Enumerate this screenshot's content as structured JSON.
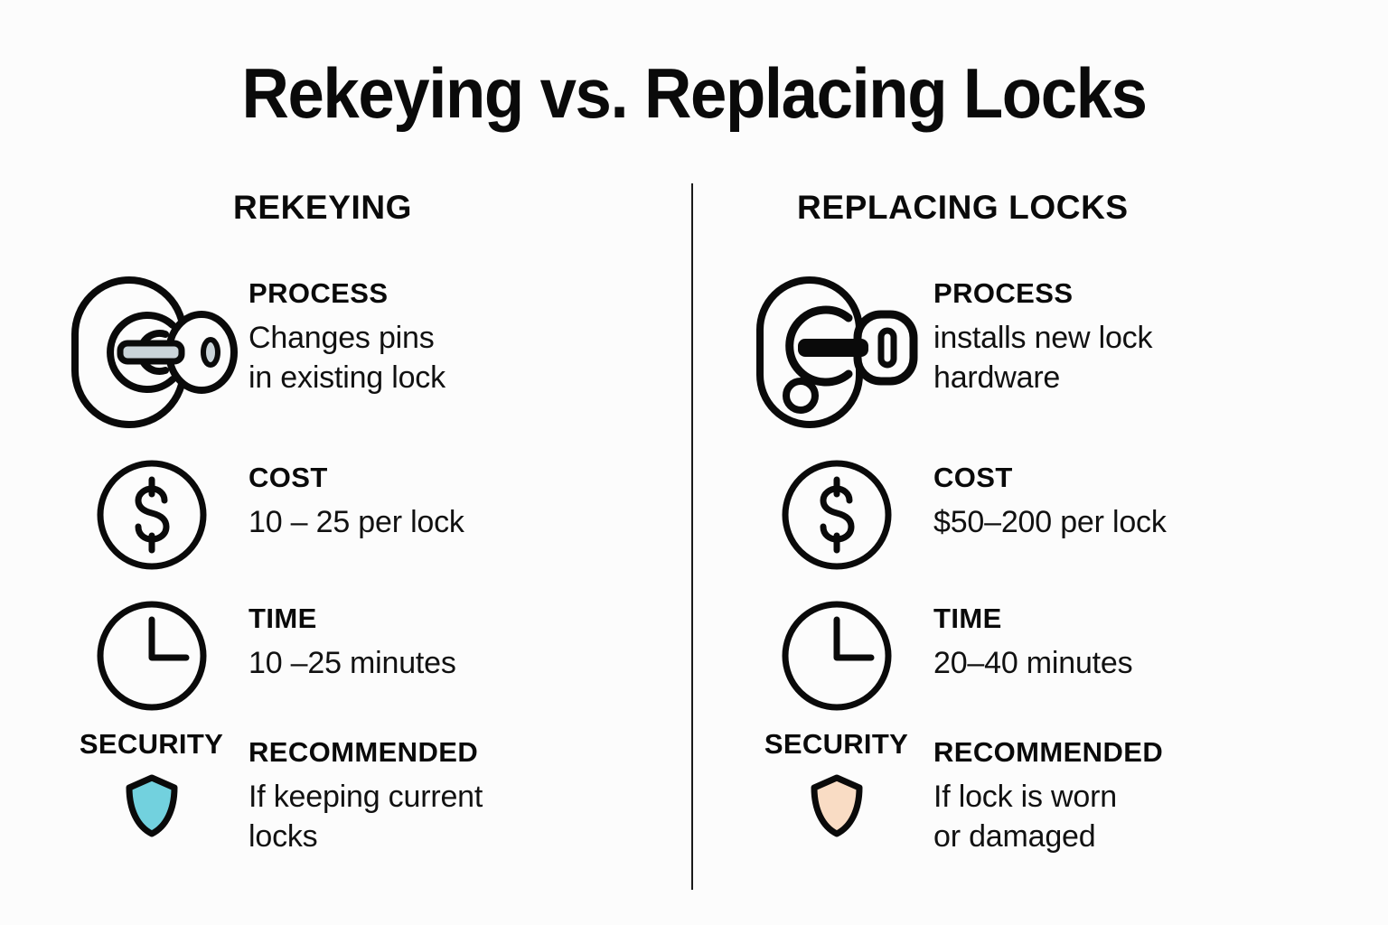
{
  "page": {
    "title": "Rekeying vs. Replacing Locks",
    "background_color": "#fcfcfc",
    "text_color": "#0a0a0a",
    "divider_color": "#1a1a1a"
  },
  "columns": [
    {
      "heading": "REKEYING",
      "rows": [
        {
          "icon": "door-lock-with-key-icon",
          "label": "PROCESS",
          "value": "Changes pins\nin existing lock"
        },
        {
          "icon": "dollar-circle-icon",
          "label": "COST",
          "value": "10 – 25 per lock"
        },
        {
          "icon": "clock-icon",
          "label": "TIME",
          "value": "10 –25 minutes"
        }
      ],
      "security": {
        "label": "SECURITY",
        "shield_icon": "shield-icon",
        "shield_color": "#72d1de",
        "recommend_label": "RECOMMENDED",
        "recommend_value": "If keeping current\nlocks"
      }
    },
    {
      "heading": "REPLACING LOCKS",
      "rows": [
        {
          "icon": "door-lock-with-key-icon",
          "label": "PROCESS",
          "value": "installs new lock\nhardware"
        },
        {
          "icon": "dollar-circle-icon",
          "label": "COST",
          "value": "$50–200 per lock"
        },
        {
          "icon": "clock-icon",
          "label": "TIME",
          "value": "20–40 minutes"
        }
      ],
      "security": {
        "label": "SECURITY",
        "shield_icon": "shield-icon",
        "shield_color": "#f9dcc4",
        "recommend_label": "RECOMMENDED",
        "recommend_value": "If lock is worn\nor damaged"
      }
    }
  ]
}
